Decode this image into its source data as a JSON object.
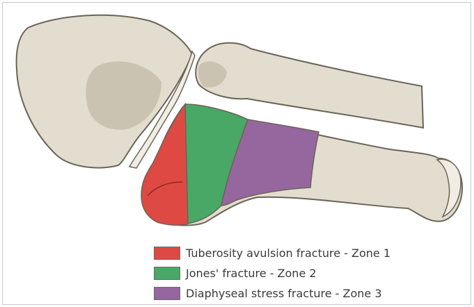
{
  "figure": {
    "colors": {
      "bone_fill": "#e3ddd0",
      "bone_shadow": "#cbc3b1",
      "bone_outline": "#6a6457",
      "zone1": "#de4a43",
      "zone2": "#49a866",
      "zone3": "#96669f"
    },
    "legend": [
      {
        "label": "Tuberosity avulsion fracture - Zone 1",
        "color": "#de4a43"
      },
      {
        "label": "Jones' fracture - Zone 2",
        "color": "#49a866"
      },
      {
        "label": "Diaphyseal stress fracture - Zone 3",
        "color": "#96669f"
      }
    ]
  }
}
